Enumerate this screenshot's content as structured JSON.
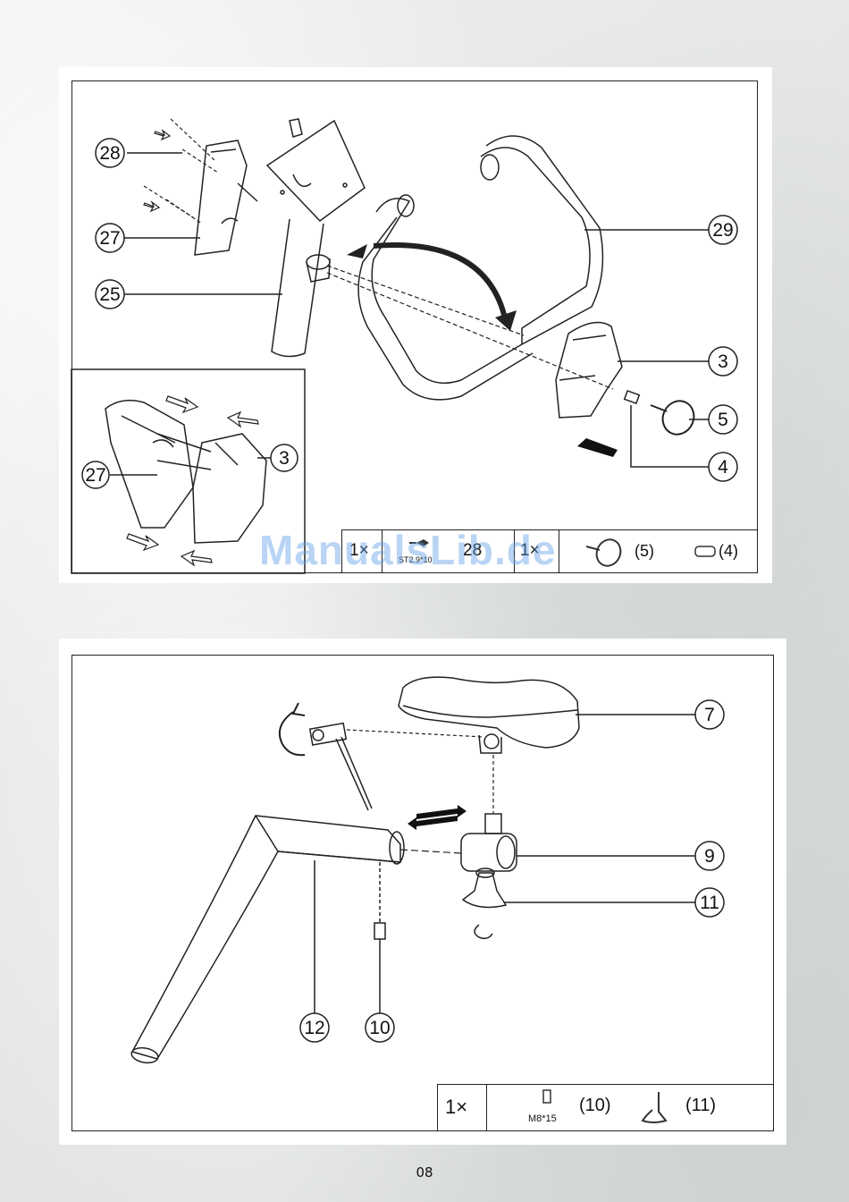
{
  "top_figure": {
    "callouts": [
      "28",
      "27",
      "25",
      "29",
      "3",
      "5",
      "4"
    ],
    "inset_callouts": [
      "27",
      "3"
    ],
    "parts_table": {
      "qty_1": "1×",
      "screw_spec": "ST2.9*10",
      "screw_ref": "28",
      "qty_2": "1×",
      "ring_ref": "(5)",
      "spacer_ref": "(4)"
    }
  },
  "bottom_figure": {
    "callouts": [
      "7",
      "9",
      "11",
      "12",
      "10"
    ],
    "parts_table": {
      "qty": "1×",
      "bolt_spec": "M8*15",
      "bolt_ref": "(10)",
      "knob_ref": "(11)"
    }
  },
  "watermark": "ManualsLib.de",
  "page_number": "08"
}
